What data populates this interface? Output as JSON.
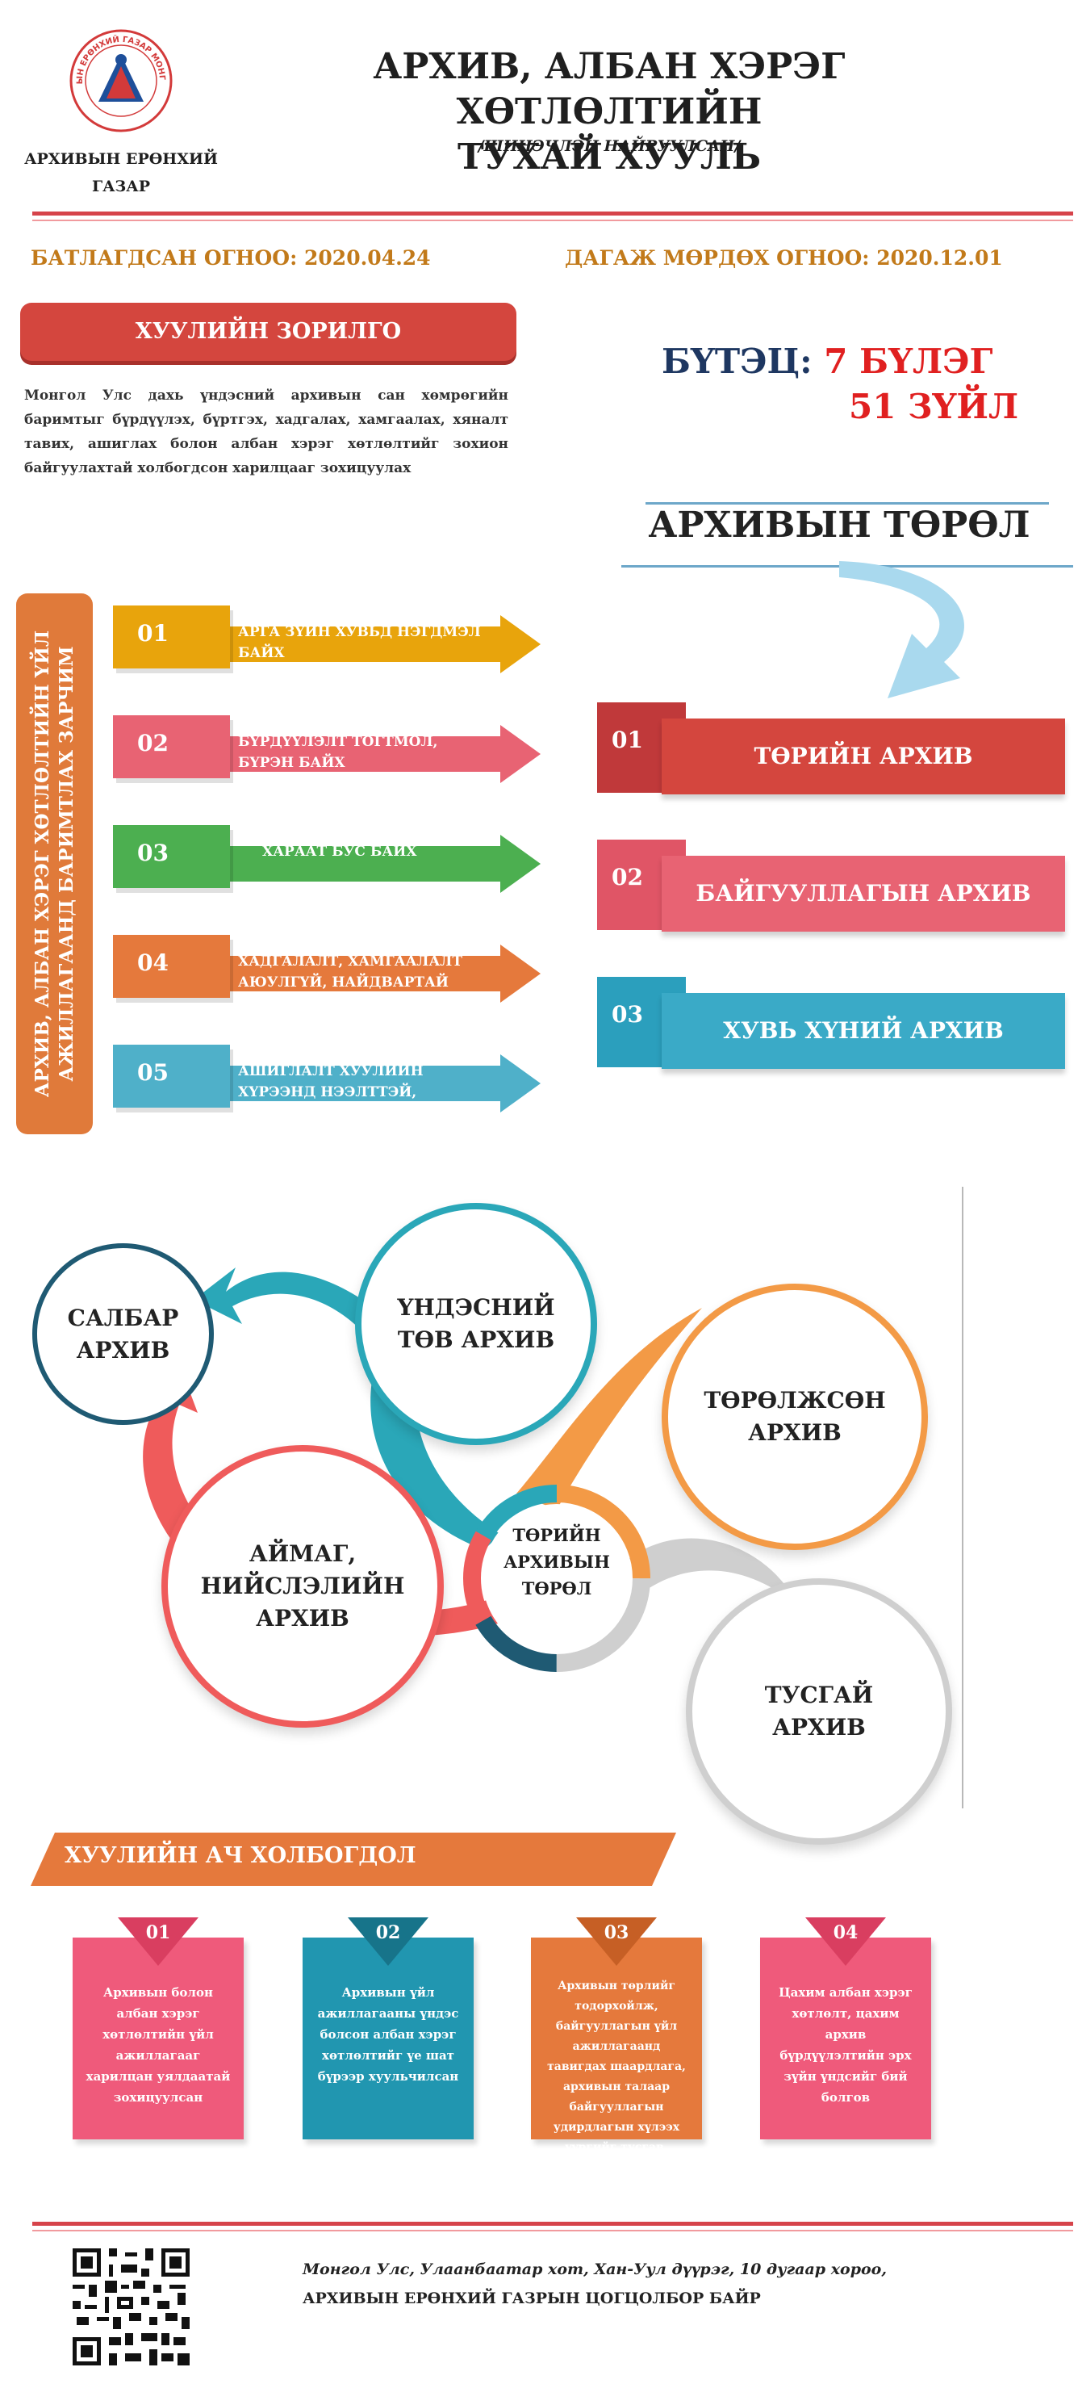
{
  "header": {
    "org_name": "АРХИВЫН ЕРӨНХИЙ ГАЗАР",
    "logo_text": "АРХИВЫН ЕРӨНХИЙ ГАЗАР МОНГОЛ УЛС",
    "title_line1": "АРХИВ, АЛБАН ХЭРЭГ ХӨТЛӨЛТИЙН",
    "title_line2": "ТУХАЙ ХУУЛЬ",
    "subtitle": "/ШИНЭЧЛЭН НАЙРУУЛСАН/"
  },
  "dates": {
    "approved": "БАТЛАГДСАН ОГНОО: 2020.04.24",
    "effective": "ДАГАЖ МӨРДӨХ ОГНОО: 2020.12.01"
  },
  "purpose": {
    "title": "ХУУЛИЙН ЗОРИЛГО",
    "text": "Монгол Улс дахь үндэсний архивын сан хөмрөгийн баримтыг бүрдүүлэх, бүртгэх, хадгалах, хамгаалах, хяналт тавих, ашиглах болон албан хэрэг хөтлөлтийг зохион байгуулахтай холбогдсон харилцааг зохицуулах"
  },
  "structure": {
    "label": "БҮТЭЦ:",
    "chapters": "7 БҮЛЭГ",
    "articles": "51 ЗҮЙЛ"
  },
  "archive_types": {
    "title": "АРХИВЫН ТӨРӨЛ",
    "items": [
      {
        "num": "01",
        "label": "ТӨРИЙН АРХИВ"
      },
      {
        "num": "02",
        "label": "БАЙГУУЛЛАГЫН АРХИВ"
      },
      {
        "num": "03",
        "label": "ХУВЬ ХҮНИЙ АРХИВ"
      }
    ]
  },
  "principles": {
    "label": "АРХИВ, АЛБАН ХЭРЭГ ХӨТЛӨЛТИЙН ҮЙЛ АЖИЛЛАГААНД БАРИМТЛАХ ЗАРЧИМ",
    "items": [
      {
        "num": "01",
        "text": "АРГА ЗҮЙН ХУВЬД НЭГДМЭЛ БАЙХ"
      },
      {
        "num": "02",
        "text": "БҮРДҮҮЛЭЛТ ТОГТМОЛ, БҮРЭН БАЙХ"
      },
      {
        "num": "03",
        "text": "ХАРААТ БУС БАЙХ"
      },
      {
        "num": "04",
        "text": "ХАДГАЛАЛТ, ХАМГААЛАЛТ АЮУЛГҮЙ, НАЙДВАРТАЙ БАЙХ"
      },
      {
        "num": "05",
        "text": "АШИГЛАЛТ ХУУЛИЙН ХҮРЭЭНД НЭЭЛТТЭЙ, ШУУРХАЙ БАЙХ"
      }
    ]
  },
  "state_archives": {
    "center": "ТӨРИЙН АРХИВЫН ТӨРӨЛ",
    "national": "ҮНДЭСНИЙ ТӨВ АРХИВ",
    "branch": "САЛБАР АРХИВ",
    "aimag": "АЙМАГ, НИЙСЛЭЛИЙН АРХИВ",
    "specialized": "ТӨРӨЛЖСӨН АРХИВ",
    "special": "ТУСГАЙ АРХИВ"
  },
  "significance": {
    "title": "ХУУЛИЙН АЧ ХОЛБОГДОЛ",
    "items": [
      {
        "num": "01",
        "text": "Архивын болон албан хэрэг хөтлөлтийн үйл ажиллагааг харилцан уялдаатай зохицуулсан",
        "color": "#ef5a7b"
      },
      {
        "num": "02",
        "text": "Архивын үйл ажиллагааны үндэс болсон албан хэрэг хөтлөлтийг үе шат бүрээр хуульчилсан",
        "color": "#2196b0"
      },
      {
        "num": "03",
        "text": "Архивын төрлийг тодорхойлж, байгууллагын үйл ажиллагаанд тавигдах шаардлага, архивын талаар байгууллагын удирдлагын хүлээх үүргийг тусгав.",
        "color": "#e5793c"
      },
      {
        "num": "04",
        "text": "Цахим албан хэрэг хөтлөлт, цахим архив бүрдүүлэлтийн эрх зүйн үндсийг бий болгов",
        "color": "#ef5a7b"
      }
    ]
  },
  "footer": {
    "address_line1": "Монгол Улс, Улаанбаатар хот, Хан-Уул дүүрэг, 10 дугаар хороо,",
    "address_line2": "АРХИВЫН ЕРӨНХИЙ ГАЗРЫН ЦОГЦОЛБОР БАЙР"
  },
  "colors": {
    "red": "#d4463e",
    "pink": "#e86373",
    "green": "#4caf50",
    "orange": "#e5793c",
    "teal": "#2aa7b8",
    "yellow": "#e8a40c",
    "navy": "#1e3761",
    "blue_type": "#3aaac7"
  }
}
